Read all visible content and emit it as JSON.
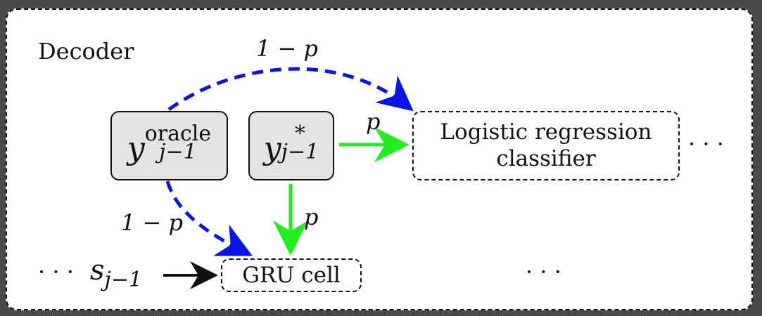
{
  "title": "Decoder",
  "nodes": {
    "y_oracle": {
      "base": "y",
      "sup": "oracle",
      "sub": "j−1"
    },
    "y_star": {
      "base": "y",
      "sup": "*",
      "sub": "j−1"
    },
    "classifier": {
      "line1": "Logistic regression",
      "line2": "classifier"
    },
    "gru": "GRU cell",
    "state": {
      "base": "s",
      "sub": "j−1"
    }
  },
  "edge_labels": {
    "top_curve": "1 − p",
    "left_curve": "1 − p",
    "green_right": "p",
    "green_down": "p"
  },
  "ellipses": {
    "state_prefix": "· · ·",
    "classifier_suffix": "· · ·",
    "bottom_right": "· · ·"
  },
  "colors": {
    "blue": "#0b14e6",
    "green": "#22ee22",
    "black": "#111111",
    "box_fill": "#e4e4e4"
  }
}
